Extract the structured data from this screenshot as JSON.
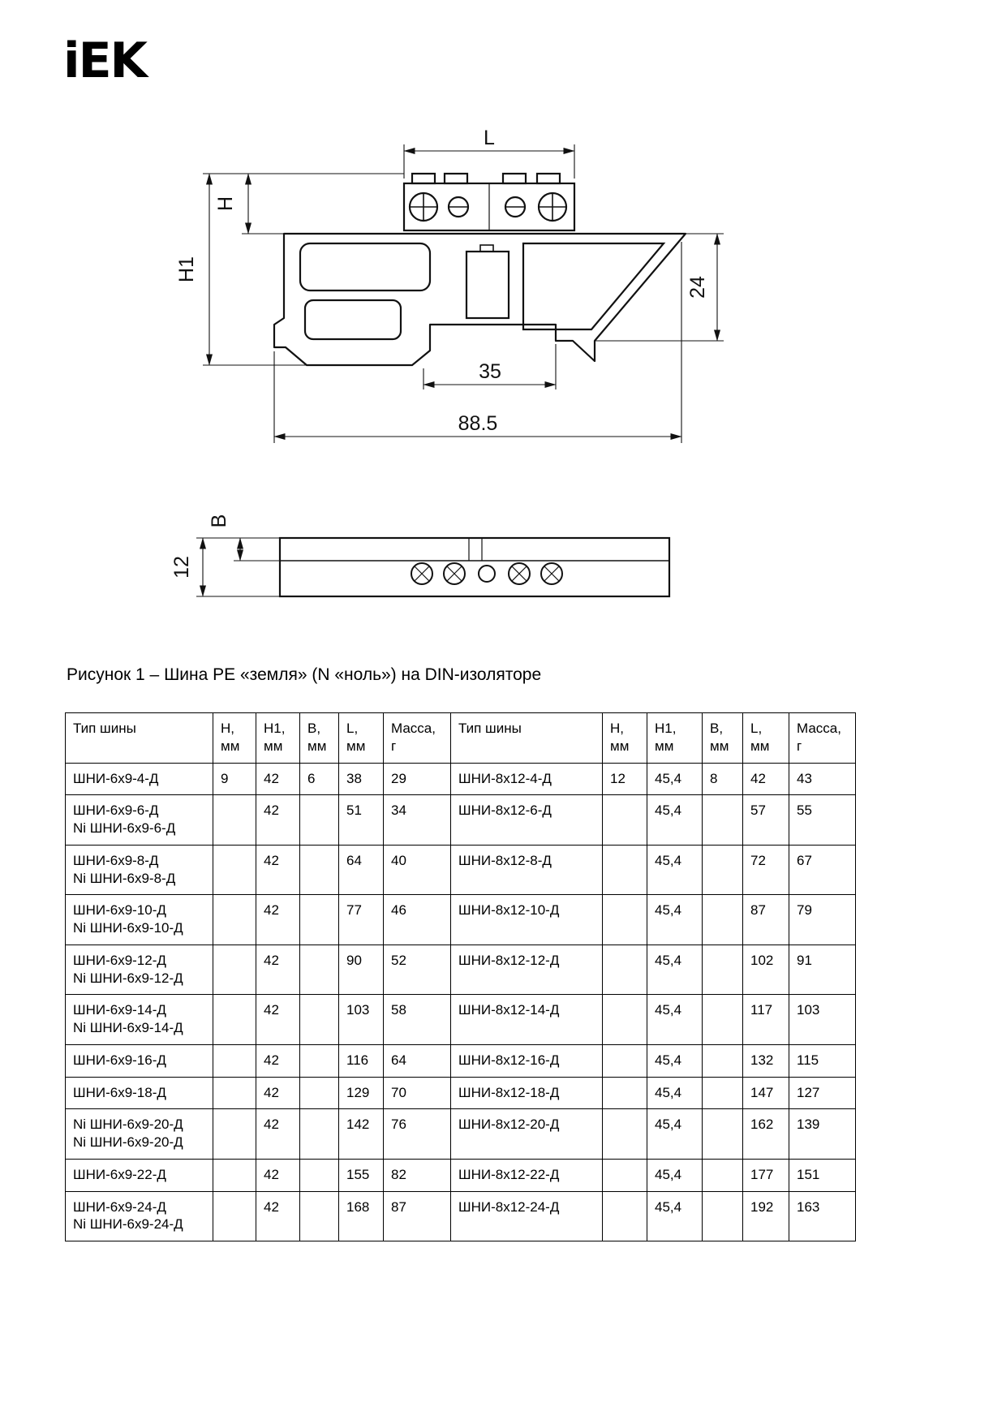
{
  "logo": {
    "text": "iEK"
  },
  "figure": {
    "caption": "Рисунок 1 – Шина PE «земля» (N «ноль») на DIN-изоляторе",
    "dimensions": {
      "L": "L",
      "H": "H",
      "H1": "H1",
      "d24": "24",
      "d35": "35",
      "d885": "88.5",
      "B": "B",
      "d12": "12"
    }
  },
  "table": {
    "headers": [
      "Тип шины",
      "H,\nмм",
      "H1,\nмм",
      "B,\nмм",
      "L,\nмм",
      "Масса,\nг",
      "Тип шины",
      "H,\nмм",
      "H1, мм",
      "B,\nмм",
      "L,\nмм",
      "Масса,\nг"
    ],
    "rows": [
      [
        "ШНИ-6х9-4-Д",
        "9",
        "42",
        "6",
        "38",
        "29",
        "ШНИ-8х12-4-Д",
        "12",
        "45,4",
        "8",
        "42",
        "43"
      ],
      [
        "ШНИ-6х9-6-Д\nNi ШНИ-6х9-6-Д",
        "",
        "42",
        "",
        "51",
        "34",
        "ШНИ-8х12-6-Д",
        "",
        "45,4",
        "",
        "57",
        "55"
      ],
      [
        "ШНИ-6х9-8-Д\nNi ШНИ-6х9-8-Д",
        "",
        "42",
        "",
        "64",
        "40",
        "ШНИ-8х12-8-Д",
        "",
        "45,4",
        "",
        "72",
        "67"
      ],
      [
        "ШНИ-6х9-10-Д\nNi ШНИ-6х9-10-Д",
        "",
        "42",
        "",
        "77",
        "46",
        "ШНИ-8х12-10-Д",
        "",
        "45,4",
        "",
        "87",
        "79"
      ],
      [
        "ШНИ-6х9-12-Д\nNi ШНИ-6х9-12-Д",
        "",
        "42",
        "",
        "90",
        "52",
        "ШНИ-8х12-12-Д",
        "",
        "45,4",
        "",
        "102",
        "91"
      ],
      [
        "ШНИ-6х9-14-Д\nNi ШНИ-6х9-14-Д",
        "",
        "42",
        "",
        "103",
        "58",
        "ШНИ-8х12-14-Д",
        "",
        "45,4",
        "",
        "117",
        "103"
      ],
      [
        "ШНИ-6х9-16-Д",
        "",
        "42",
        "",
        "116",
        "64",
        "ШНИ-8х12-16-Д",
        "",
        "45,4",
        "",
        "132",
        "115"
      ],
      [
        "ШНИ-6х9-18-Д",
        "",
        "42",
        "",
        "129",
        "70",
        "ШНИ-8х12-18-Д",
        "",
        "45,4",
        "",
        "147",
        "127"
      ],
      [
        "Ni ШНИ-6х9-20-Д\nNi ШНИ-6х9-20-Д",
        "",
        "42",
        "",
        "142",
        "76",
        "ШНИ-8х12-20-Д",
        "",
        "45,4",
        "",
        "162",
        "139"
      ],
      [
        "ШНИ-6х9-22-Д",
        "",
        "42",
        "",
        "155",
        "82",
        "ШНИ-8х12-22-Д",
        "",
        "45,4",
        "",
        "177",
        "151"
      ],
      [
        "ШНИ-6х9-24-Д\nNi ШНИ-6х9-24-Д",
        "",
        "42",
        "",
        "168",
        "87",
        "ШНИ-8х12-24-Д",
        "",
        "45,4",
        "",
        "192",
        "163"
      ]
    ]
  }
}
